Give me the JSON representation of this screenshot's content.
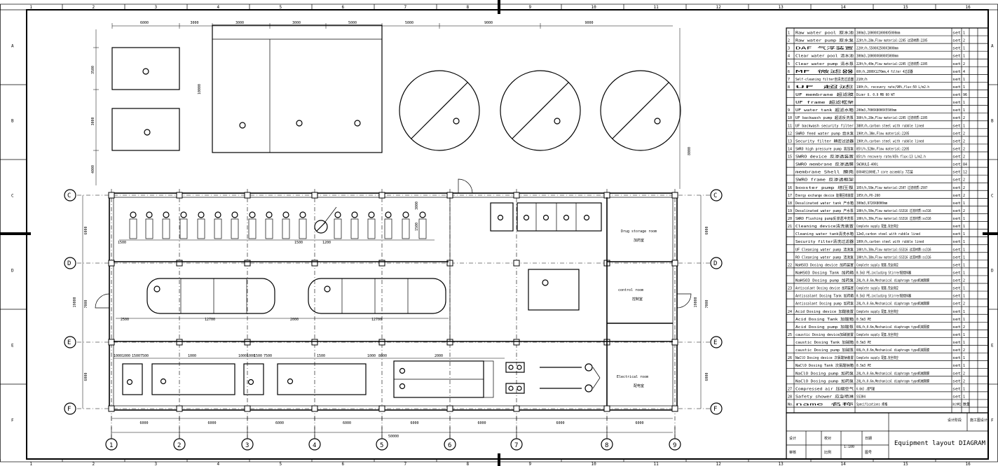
{
  "frame": {
    "top_numbers": [
      "1",
      "2",
      "3",
      "4",
      "5",
      "6",
      "7",
      "8",
      "9",
      "10",
      "11",
      "12",
      "13",
      "14",
      "15",
      "16"
    ],
    "side_letters": [
      "A",
      "B",
      "C",
      "D",
      "E",
      "F"
    ]
  },
  "plan": {
    "top_dims": [
      "6000",
      "3000",
      "3000",
      "3000",
      "5000",
      "5000",
      "9000",
      "9000"
    ],
    "left_dims": [
      "3500",
      "3000",
      "4000"
    ],
    "right_dim": "8000",
    "left_axis_dims": [
      "6000",
      "7000",
      "19000",
      "6000"
    ],
    "right_axis_dims": [
      "6000",
      "7000",
      "19000",
      "6000"
    ],
    "bottom_dims_row1": [
      "6000",
      "6000",
      "6000",
      "6000",
      "6000",
      "6000",
      "6000",
      "6000"
    ],
    "bottom_total": "50000",
    "axis_numbers": [
      "1",
      "2",
      "3",
      "4",
      "5",
      "6",
      "7",
      "8",
      "9"
    ],
    "axis_letters": [
      "C",
      "D",
      "E",
      "F"
    ],
    "tank_dim": "10000",
    "filter_dims": [
      "1500",
      "1500",
      "1200",
      "3000",
      "1500"
    ],
    "tank_dims_top": [
      "2500",
      "12700",
      "2000",
      "12700"
    ],
    "room_dims": [
      "1000",
      "1000",
      "1500",
      "7500",
      "1000",
      "1000",
      "1000",
      "1500",
      "7500",
      "1500",
      "1000",
      "8000",
      "2000"
    ],
    "rooms": [
      {
        "en": "Drug storage room",
        "zh": "加药室"
      },
      {
        "en": "control room",
        "zh": "控制室"
      },
      {
        "en": "Electrical room",
        "zh": "配电室"
      }
    ]
  },
  "equipment_table": {
    "rows": [
      {
        "no": "1",
        "name": "Raw water pool 原水池",
        "spec": "300m3,10000X10000X5000mm",
        "unit": "set",
        "qty": "1"
      },
      {
        "no": "2",
        "name": "Raw water pump 原水泵",
        "spec": "220t/h,28m,Flow material:2205 过流材质:2205",
        "unit": "set",
        "qty": "2"
      },
      {
        "no": "3",
        "name": "DAF 气浮装置",
        "spec": "220t/h,5500X2500X3000mm",
        "unit": "set",
        "qty": "1"
      },
      {
        "no": "4",
        "name": "Clear water pool 清水池",
        "spec": "300m3,10000X6000X5000mm",
        "unit": "set",
        "qty": "1"
      },
      {
        "no": "5",
        "name": "Clear water pump 清水泵",
        "spec": "220t/h,40m,Flow material:2205 过流材质:2205",
        "unit": "set",
        "qty": "2"
      },
      {
        "no": "6",
        "name": "MF 微滤器",
        "spec": "60t/h,2800X1270mm,4 filter 4过滤器",
        "unit": "set",
        "qty": "4"
      },
      {
        "no": "7",
        "name": "Self-cleaning filter自清洗过滤器",
        "spec": "210t/h",
        "unit": "set",
        "qty": "1"
      },
      {
        "no": "8",
        "name": "UF 超滤",
        "spec": "190t/h, recovery rate/90%,flux:50 L/m2.h",
        "unit": "set",
        "qty": "1"
      },
      {
        "no": "",
        "name": "UF membrane 超滤膜",
        "spec": "Dizer U. 0.9 MB 60 WT",
        "unit": "set",
        "qty": "96"
      },
      {
        "no": "",
        "name": "UF frame 超滤框架",
        "spec": "",
        "unit": "set",
        "qty": "1"
      },
      {
        "no": "9",
        "name": "UF water tank 超滤水箱",
        "spec": "200m3,7000X8000X5500mm",
        "unit": "set",
        "qty": "1"
      },
      {
        "no": "10",
        "name": "UF backwash pump 超滤反洗泵",
        "spec": "380t/h,28m,Flow material:2205 过流材质:2205",
        "unit": "set",
        "qty": "2"
      },
      {
        "no": "11",
        "name": "UF backwash security filter",
        "spec": "380t/h,carbon steel with rubble lined",
        "unit": "set",
        "qty": "1"
      },
      {
        "no": "12",
        "name": "SWRO feed water pump 给水泵",
        "spec": "190t/h,30m,Flow material:2205",
        "unit": "set",
        "qty": "2"
      },
      {
        "no": "13",
        "name": "Security filter 精密过滤器",
        "spec": "190t/h,carbon steel with rubble lined",
        "unit": "set",
        "qty": "2"
      },
      {
        "no": "14",
        "name": "SWRO high pressure pump 高压泵",
        "spec": "85t/h,520m,Flow material:2205",
        "unit": "set",
        "qty": "2"
      },
      {
        "no": "15",
        "name": "SWRO device 反渗透装置",
        "spec": "85t/h recovery rate/45% flux:13 L/m2.h",
        "unit": "set",
        "qty": "2"
      },
      {
        "no": "",
        "name": "SWRO membrane 反渗透膜",
        "spec": "SW30ULE-400i",
        "unit": "set",
        "qty": "84"
      },
      {
        "no": "",
        "name": "membrane Shell 膜壳",
        "spec": "8X040S1000E,7 core assembly 7芯装",
        "unit": "set",
        "qty": "12"
      },
      {
        "no": "",
        "name": "SWRO frame 反渗透框架",
        "spec": "",
        "unit": "set",
        "qty": "2"
      },
      {
        "no": "16",
        "name": "booster pump 增压泵",
        "spec": "105t/h,58m,Flow material:2507 过流材质:2507",
        "unit": "set",
        "qty": "2"
      },
      {
        "no": "17",
        "name": "Energy exchange device 能量回收装置",
        "spec": "105t/h,PX-260",
        "unit": "set",
        "qty": "2"
      },
      {
        "no": "18",
        "name": "Desalinated water tank 产水箱",
        "spec": "300m3,9720X8000mm",
        "unit": "set",
        "qty": "1"
      },
      {
        "no": "19",
        "name": "Desalinated water pump 产水泵",
        "spec": "100t/h,50m,Flow material:SS316 过流材质:ss316",
        "unit": "set",
        "qty": "2"
      },
      {
        "no": "20",
        "name": "SWRO Flushing pump反渗透冲洗泵",
        "spec": "100t/h,30m,Flow material:SS316 过流材质:ss316",
        "unit": "set",
        "qty": "1"
      },
      {
        "no": "21",
        "name": "Cleaning device清洗装置",
        "spec": "Complete supply 配套,完全供应",
        "unit": "set",
        "qty": "1"
      },
      {
        "no": "",
        "name": "Cleaning water tank清洗水箱",
        "spec": "12m3,carbon steel with rubble lined",
        "unit": "set",
        "qty": "1"
      },
      {
        "no": "",
        "name": "Security filter清洗过滤器",
        "spec": "100t/h,carbon steel with rubble lined",
        "unit": "set",
        "qty": "1"
      },
      {
        "no": "",
        "name": "UF Cleaning water pump 清洗泵",
        "spec": "100t/h,30m,Flow material:SS316 过流材质:ss316",
        "unit": "set",
        "qty": "1"
      },
      {
        "no": "",
        "name": "RO Cleaning water pump 清洗泵",
        "spec": "100t/h,38m,Flow material:SS316 过流材质:ss316",
        "unit": "set",
        "qty": "1"
      },
      {
        "no": "22",
        "name": "NaHSO3 Dosing device 加药装置",
        "spec": "Complete supply 配套,完全供应",
        "unit": "set",
        "qty": "1"
      },
      {
        "no": "",
        "name": "NaHSO3 Dosing Tank 加药箱",
        "spec": "0.5m3 PE,including Stirrer配搅拌器",
        "unit": "set",
        "qty": "1"
      },
      {
        "no": "",
        "name": "NaHSO3 Dosing pump 加药泵",
        "spec": "20L/h,0.6m,Mechanical diaphragm type机械隔膜",
        "unit": "set",
        "qty": "2"
      },
      {
        "no": "23",
        "name": "Antiscalant Dosing device 加药装置",
        "spec": "Complete supply 配套,完全供应",
        "unit": "set",
        "qty": "1"
      },
      {
        "no": "",
        "name": "Antiscalant Dosing Tank 加药箱",
        "spec": "0.5m3 PE,including Stirrer配搅拌器",
        "unit": "set",
        "qty": "1"
      },
      {
        "no": "",
        "name": "Antiscalant Dosing pump 加药泵",
        "spec": "20L/h,0.6m,Mechanical diaphragm type机械隔膜",
        "unit": "set",
        "qty": "2"
      },
      {
        "no": "24",
        "name": "Acid Dosing device 加酸装置",
        "spec": "Complete supply 配套,完全供应",
        "unit": "set",
        "qty": "1"
      },
      {
        "no": "",
        "name": "Acid Dosing Tank 加酸箱",
        "spec": "0.5m3 PE",
        "unit": "set",
        "qty": "1"
      },
      {
        "no": "",
        "name": "Acid Dosing pump 加酸泵",
        "spec": "60L/h,0.6m,Mechanical diaphragm type机械隔膜",
        "unit": "set",
        "qty": "2"
      },
      {
        "no": "25",
        "name": "caustic Dosing device加碱装置",
        "spec": "Complete supply 配套,完全供应",
        "unit": "set",
        "qty": "1"
      },
      {
        "no": "",
        "name": "caustic Dosing Tank 加碱箱",
        "spec": "0.5m3 PE",
        "unit": "set",
        "qty": "1"
      },
      {
        "no": "",
        "name": "caustic Dosing pump 加碱泵",
        "spec": "60L/h,0.6m,Mechanical diaphragm type机械隔膜",
        "unit": "set",
        "qty": "2"
      },
      {
        "no": "26",
        "name": "NaClO Dosing device 次氯酸钠装置",
        "spec": "Complete supply 配套,完全供应",
        "unit": "set",
        "qty": "1"
      },
      {
        "no": "",
        "name": "NaClO Dosing Tank 次氯酸钠箱",
        "spec": "0.5m3 PE",
        "unit": "set",
        "qty": "1"
      },
      {
        "no": "",
        "name": "NaClO Dosing pump 加药泵",
        "spec": "20L/h,0.6m,Mechanical diaphragm type机械隔膜",
        "unit": "set",
        "qty": "2"
      },
      {
        "no": "",
        "name": "NaClO Dosing pump 加药泵",
        "spec": "20L/h,0.6m,Mechanical diaphragm type机械隔膜",
        "unit": "set",
        "qty": "2"
      },
      {
        "no": "27",
        "name": "Compressed air 压缩空气",
        "spec": "6.0m3 ,储气罐",
        "unit": "set",
        "qty": "1"
      },
      {
        "no": "28",
        "name": "Safety shower 应急喷淋",
        "spec": "SS304",
        "unit": "set",
        "qty": "1"
      }
    ],
    "header": {
      "no": "No.",
      "name": "name 名称",
      "spec": "Specifications 规格",
      "unit": "Unit单位",
      "qty": "数量"
    }
  },
  "title_block": {
    "drawing_name": "Equipment layout DIAGRAM",
    "labels": [
      "设计",
      "校对",
      "审核",
      "比例",
      "日期",
      "图号"
    ],
    "scale": "1:100",
    "company": "设计阶段",
    "stage": "施工图设计"
  }
}
